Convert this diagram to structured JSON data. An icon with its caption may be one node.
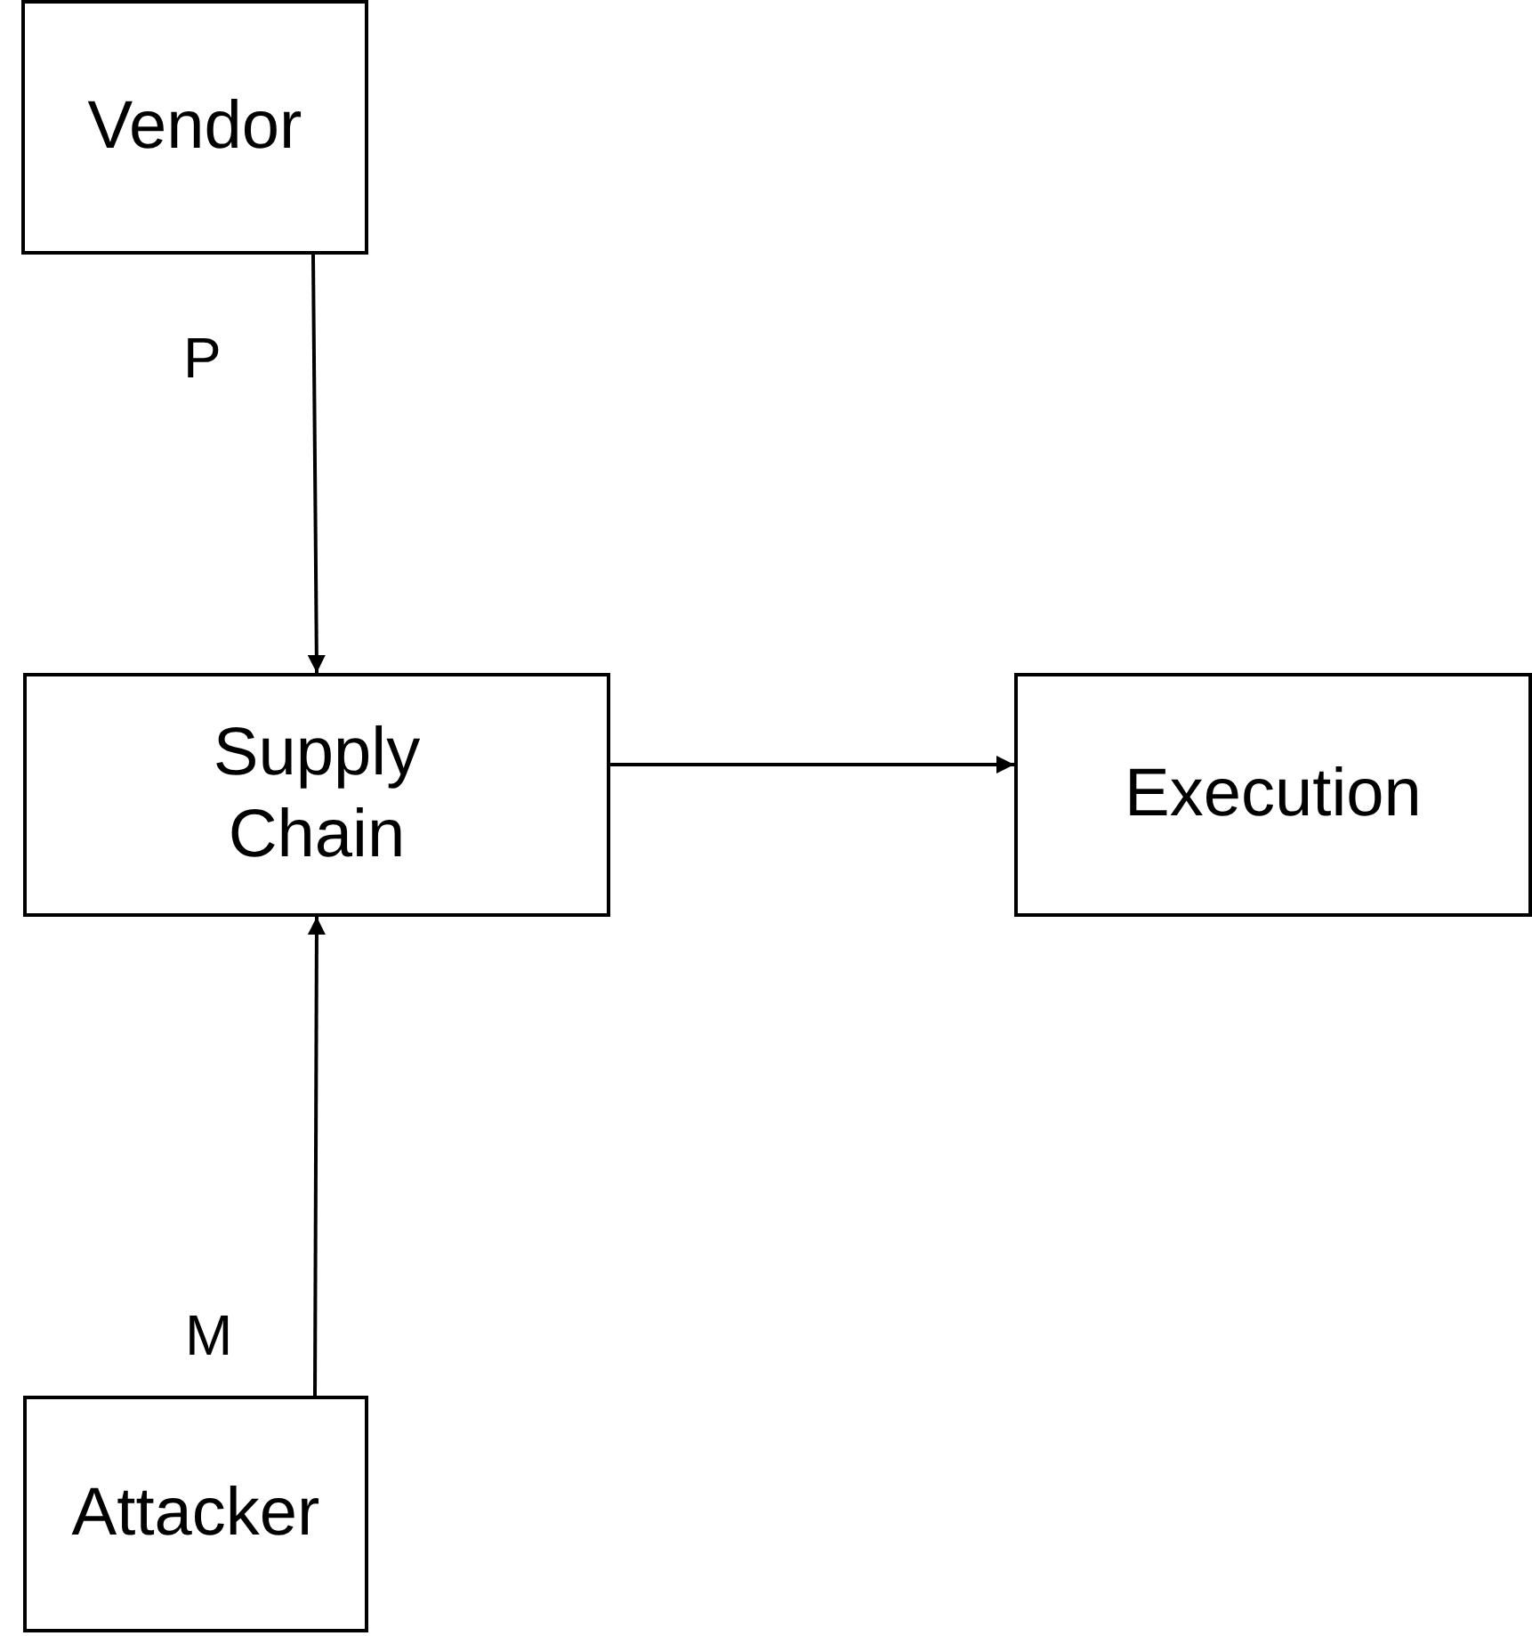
{
  "diagram": {
    "nodes": [
      {
        "text": [
          "Vendor"
        ]
      },
      {
        "text": [
          "Supply Chain"
        ]
      },
      {
        "text": [
          "Execution"
        ]
      },
      {
        "text": [
          "Attacker"
        ]
      }
    ],
    "edges": [
      {
        "from": 0,
        "to": 1,
        "arrow": "to",
        "label": "P"
      },
      {
        "from": 1,
        "to": 2,
        "arrow": "to"
      },
      {
        "from": 3,
        "to": 1,
        "arrow": "to",
        "label": "M"
      }
    ]
  }
}
